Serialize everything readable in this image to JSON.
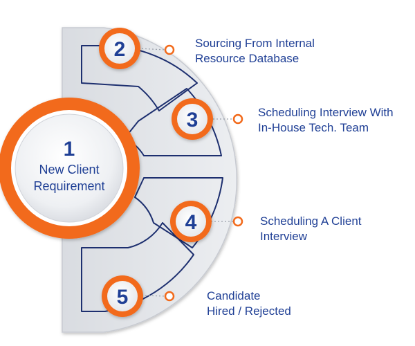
{
  "center": {
    "number": "1",
    "line1": "New Client",
    "line2": "Requirement"
  },
  "steps": [
    {
      "number": "2",
      "line1": "Sourcing From Internal",
      "line2": "Resource Database"
    },
    {
      "number": "3",
      "line1": "Scheduling Interview With",
      "line2": "In-House Tech. Team"
    },
    {
      "number": "4",
      "line1": "Scheduling A Client",
      "line2": "Interview"
    },
    {
      "number": "5",
      "line1": "Candidate",
      "line2": "Hired / Rejected"
    }
  ],
  "colors": {
    "accent_orange": "#f26a1b",
    "text_blue": "#1f3f95",
    "outline_navy": "#1d2f6f",
    "panel_gray": "#e3e5e9"
  }
}
